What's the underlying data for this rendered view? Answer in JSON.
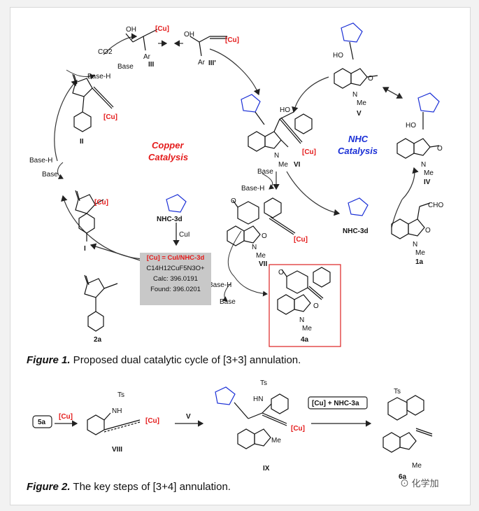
{
  "figure1": {
    "caption_bold": "Figure 1.",
    "caption_text": " Proposed dual catalytic cycle of [3+3] annulation.",
    "copper_label_1": "Copper",
    "copper_label_2": "Catalysis",
    "nhc_label_1": "NHC",
    "nhc_label_2": "Catalysis",
    "labels": {
      "I": "I",
      "II": "II",
      "III": "III",
      "IIIp": "III'",
      "IV": "IV",
      "V": "V",
      "VI": "VI",
      "VII": "VII",
      "s2a": "2a",
      "s1a": "1a",
      "s4a": "4a",
      "nhc3d_a": "NHC-3d",
      "nhc3d_b": "NHC-3d"
    },
    "texts": {
      "co2": "CO2",
      "base": "Base",
      "baseH": "Base-H",
      "cu": "[Cu]",
      "oh": "OH",
      "ho": "HO",
      "ar": "Ar",
      "cho": "CHO",
      "me": "Me",
      "o": "O",
      "n": "N",
      "cui": "CuI"
    },
    "box": {
      "line1": "[Cu] = CuI/NHC-3d",
      "line2": "C14H12CuF5N3O+",
      "line3": "Calc: 396.0191",
      "line4": "Found: 396.0201"
    }
  },
  "figure2": {
    "caption_bold": "Figure 2.",
    "caption_text": " The key steps of [3+4] annulation.",
    "s5a": "5a",
    "cu": "[Cu]",
    "ts": "Ts",
    "nh": "NH",
    "hn": "HN",
    "v": "V",
    "viii": "VIII",
    "ix": "IX",
    "reagent": "[Cu] + NHC-3a",
    "s6a": "6a",
    "me": "Me"
  },
  "watermark": "化学加"
}
